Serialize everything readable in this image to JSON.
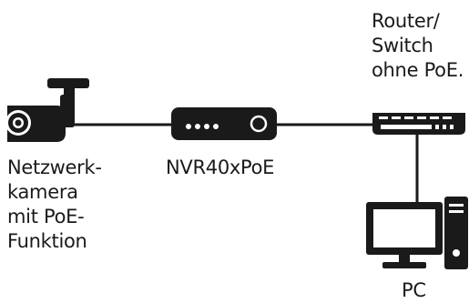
{
  "labels": {
    "camera": [
      "Netzwerk-",
      "kamera",
      "mit PoE-",
      "Funktion"
    ],
    "nvr": "NVR40xPoE",
    "router": [
      "Router/",
      "Switch",
      "ohne PoE."
    ],
    "pc": "PC"
  },
  "colors": {
    "ink": "#1a1a1a",
    "background": "#ffffff"
  }
}
